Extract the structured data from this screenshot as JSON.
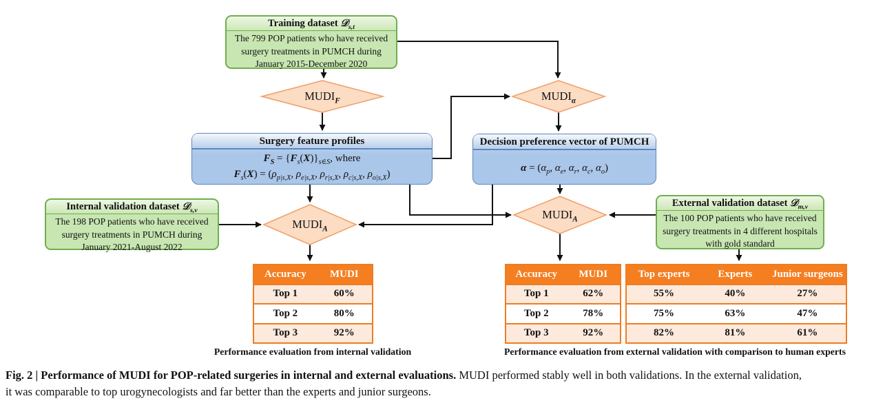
{
  "colors": {
    "dataset_green_fill": "#c8e6b2",
    "dataset_green_border": "#6fae4e",
    "process_blue_fill": "#aac6e9",
    "process_blue_border": "#5c86c0",
    "diamond_peach_fill": "#fcdcc3",
    "diamond_peach_border": "#f0a26e",
    "table_orange_header": "#f57e20",
    "table_orange_border": "#ee7c22",
    "table_pink_row": "#fdeadd"
  },
  "flowchart": {
    "training_box": {
      "title": [
        {
          "t": "Training dataset ",
          "b": true
        },
        {
          "t": "𝒟",
          "b": true,
          "i": true
        },
        {
          "t": "s,t",
          "sub": true,
          "i": true
        }
      ],
      "body": "The 799 POP patients who have received surgery treatments in PUMCH during January 2015-December 2020"
    },
    "internal_box": {
      "title": [
        {
          "t": "Internal validation dataset ",
          "b": true
        },
        {
          "t": "𝒟",
          "b": true,
          "i": true
        },
        {
          "t": "s,v",
          "sub": true,
          "i": true
        }
      ],
      "body": "The 198 POP patients who have received surgery treatments in PUMCH during January 2021-August 2022"
    },
    "external_box": {
      "title": [
        {
          "t": "External validation dataset ",
          "b": true
        },
        {
          "t": "𝒟",
          "b": true,
          "i": true
        },
        {
          "t": "m,v",
          "sub": true,
          "i": true
        }
      ],
      "body": "The 100 POP patients who have received surgery treatments in 4 different hospitals with gold standard"
    },
    "surgery_box": {
      "title": "Surgery feature profiles",
      "formula1": [
        {
          "t": "F",
          "b": true,
          "i": true
        },
        {
          "t": "S",
          "sub": true,
          "b": true,
          "i": true
        },
        {
          "t": " = {"
        },
        {
          "t": "F",
          "b": true,
          "i": true
        },
        {
          "t": "s",
          "sub": true,
          "i": true
        },
        {
          "t": "("
        },
        {
          "t": "X",
          "b": true,
          "i": true
        },
        {
          "t": ")}"
        },
        {
          "t": "s∈S",
          "sub": true,
          "i": true
        },
        {
          "t": ", where"
        }
      ],
      "formula2": [
        {
          "t": "F",
          "b": true,
          "i": true
        },
        {
          "t": "s",
          "sub": true,
          "i": true
        },
        {
          "t": "("
        },
        {
          "t": "X",
          "b": true,
          "i": true
        },
        {
          "t": ") = ("
        },
        {
          "t": "ρ",
          "i": true
        },
        {
          "t": "p|s,X",
          "sub": true,
          "i": true
        },
        {
          "t": ", "
        },
        {
          "t": "ρ",
          "i": true
        },
        {
          "t": "e|s,X",
          "sub": true,
          "i": true
        },
        {
          "t": ", "
        },
        {
          "t": "ρ",
          "i": true
        },
        {
          "t": "r|s,X",
          "sub": true,
          "i": true
        },
        {
          "t": ", "
        },
        {
          "t": "ρ",
          "i": true
        },
        {
          "t": "c|s,X",
          "sub": true,
          "i": true
        },
        {
          "t": ", "
        },
        {
          "t": "ρ",
          "i": true
        },
        {
          "t": "o|s,X",
          "sub": true,
          "i": true
        },
        {
          "t": ")"
        }
      ]
    },
    "decision_box": {
      "title": "Decision preference vector of PUMCH",
      "formula": [
        {
          "t": "α",
          "b": true,
          "i": true
        },
        {
          "t": " = ("
        },
        {
          "t": "α",
          "i": true
        },
        {
          "t": "p",
          "sub": true,
          "i": true
        },
        {
          "t": ", "
        },
        {
          "t": "α",
          "i": true
        },
        {
          "t": "e",
          "sub": true,
          "i": true
        },
        {
          "t": ", "
        },
        {
          "t": "α",
          "i": true
        },
        {
          "t": "r",
          "sub": true,
          "i": true
        },
        {
          "t": ", "
        },
        {
          "t": "α",
          "i": true
        },
        {
          "t": "c",
          "sub": true,
          "i": true
        },
        {
          "t": ", "
        },
        {
          "t": "α",
          "i": true
        },
        {
          "t": "o",
          "sub": true,
          "i": true
        },
        {
          "t": ")"
        }
      ]
    },
    "mudi_f": [
      {
        "t": "MUDI"
      },
      {
        "t": "F",
        "sub": true,
        "b": true,
        "i": true
      }
    ],
    "mudi_alpha": [
      {
        "t": "MUDI"
      },
      {
        "t": "α",
        "sub": true,
        "b": true,
        "i": true
      }
    ],
    "mudi_a_left": [
      {
        "t": "MUDI"
      },
      {
        "t": "A",
        "sub": true,
        "b": true,
        "i": true
      }
    ],
    "mudi_a_right": [
      {
        "t": "MUDI"
      },
      {
        "t": "A",
        "sub": true,
        "b": true,
        "i": true
      }
    ]
  },
  "tables": {
    "internal": {
      "headers": [
        "Accuracy",
        "MUDI"
      ],
      "rows": [
        [
          "Top 1",
          "60%"
        ],
        [
          "Top 2",
          "80%"
        ],
        [
          "Top 3",
          "92%"
        ]
      ],
      "caption": "Performance evaluation from internal validation"
    },
    "external_mudi": {
      "headers": [
        "Accuracy",
        "MUDI"
      ],
      "rows": [
        [
          "Top 1",
          "62%"
        ],
        [
          "Top 2",
          "78%"
        ],
        [
          "Top 3",
          "92%"
        ]
      ]
    },
    "external_experts": {
      "headers": [
        "Top experts",
        "Experts",
        "Junior surgeons"
      ],
      "rows": [
        [
          "55%",
          "40%",
          "27%"
        ],
        [
          "75%",
          "63%",
          "47%"
        ],
        [
          "82%",
          "81%",
          "61%"
        ]
      ]
    },
    "external_caption": "Performance evaluation from external validation with comparison to human experts"
  },
  "figure_caption": {
    "bold": "Fig. 2 | Performance of MUDI for POP-related surgeries in internal and external evaluations.",
    "rest_line1": " MUDI performed stably well in both validations. In the external validation,",
    "line2": "it was comparable to top urogynecologists and far better than the experts and junior surgeons."
  }
}
